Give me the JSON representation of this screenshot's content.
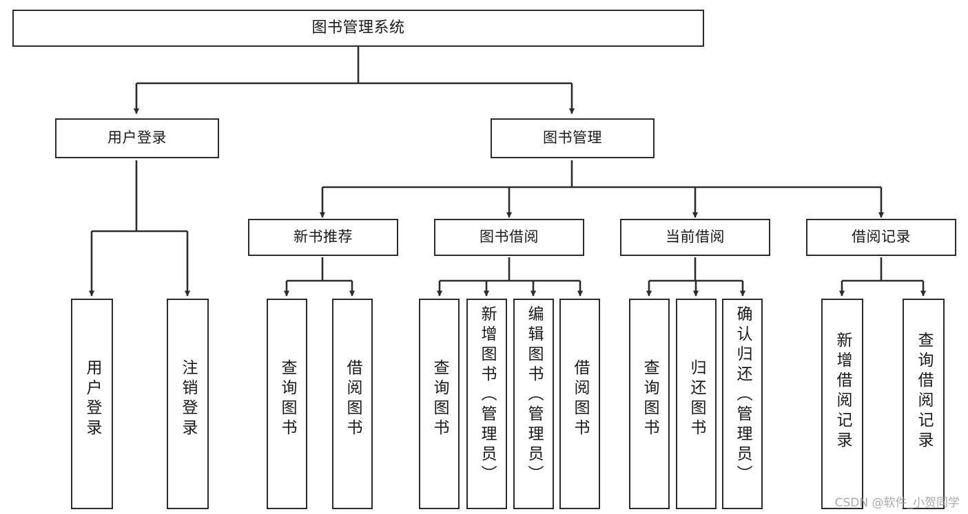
{
  "diagram": {
    "title": "图书管理系统",
    "type": "tree-hierarchy",
    "watermark": "CSDN @软件_小贺同学",
    "colors": {
      "background": "#ffffff",
      "box_border": "#2b2b2b",
      "box_fill": "#ffffff",
      "text": "#1a1a1a",
      "edge": "#2b2b2b",
      "watermark": "#9b9b9b"
    },
    "levels": [
      {
        "level": 1,
        "nodes": [
          {
            "id": "root",
            "label": "图书管理系统"
          }
        ]
      },
      {
        "level": 2,
        "nodes": [
          {
            "id": "user-login",
            "label": "用户登录",
            "parent": "root"
          },
          {
            "id": "book-manage",
            "label": "图书管理",
            "parent": "root"
          }
        ]
      },
      {
        "level": 3,
        "nodes": [
          {
            "id": "new-book-rec",
            "label": "新书推荐",
            "parent": "book-manage"
          },
          {
            "id": "book-borrow",
            "label": "图书借阅",
            "parent": "book-manage"
          },
          {
            "id": "current-borrow",
            "label": "当前借阅",
            "parent": "book-manage"
          },
          {
            "id": "borrow-record",
            "label": "借阅记录",
            "parent": "book-manage"
          }
        ]
      },
      {
        "level": 4,
        "nodes": [
          {
            "id": "leaf-user-login",
            "label": "用户登录",
            "parent": "user-login"
          },
          {
            "id": "leaf-logout",
            "label": "注销登录",
            "parent": "user-login"
          },
          {
            "id": "leaf-query-book-1",
            "label": "查询图书",
            "parent": "new-book-rec"
          },
          {
            "id": "leaf-borrow-book-1",
            "label": "借阅图书",
            "parent": "new-book-rec"
          },
          {
            "id": "leaf-query-book-2",
            "label": "查询图书",
            "parent": "book-borrow"
          },
          {
            "id": "leaf-add-book",
            "label": "新增图书（管理员）",
            "parent": "book-borrow"
          },
          {
            "id": "leaf-edit-book",
            "label": "编辑图书（管理员）",
            "parent": "book-borrow"
          },
          {
            "id": "leaf-borrow-book-2",
            "label": "借阅图书",
            "parent": "book-borrow"
          },
          {
            "id": "leaf-query-book-3",
            "label": "查询图书",
            "parent": "current-borrow"
          },
          {
            "id": "leaf-return-book",
            "label": "归还图书",
            "parent": "current-borrow"
          },
          {
            "id": "leaf-confirm-return",
            "label": "确认归还（管理员）",
            "parent": "current-borrow"
          },
          {
            "id": "leaf-add-record",
            "label": "新增借阅记录",
            "parent": "borrow-record"
          },
          {
            "id": "leaf-query-record",
            "label": "查询借阅记录",
            "parent": "borrow-record"
          }
        ]
      }
    ]
  }
}
